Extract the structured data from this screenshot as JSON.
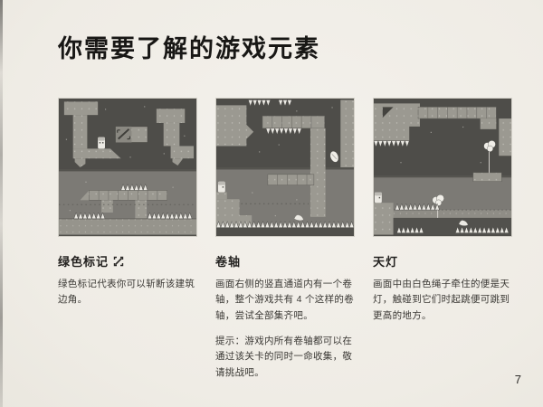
{
  "page": {
    "title": "你需要了解的游戏元素",
    "page_number": "7"
  },
  "sections": [
    {
      "heading": "绿色标记",
      "heading_icon": "corner-cut-marker-icon",
      "image": "platformer-screenshot-marker-block",
      "body": "绿色标记代表你可以斩断该建筑边角。"
    },
    {
      "heading": "卷轴",
      "image": "platformer-screenshot-scroll-in-channel",
      "body": "画面右侧的竖直通道内有一个卷轴，整个游戏共有 4 个这样的卷轴，尝试全部集齐吧。",
      "tip": "提示：游戏内所有卷轴都可以在通过该关卡的同时一命收集，敬请挑战吧。"
    },
    {
      "heading": "天灯",
      "image": "platformer-screenshot-sky-lanterns",
      "body": "画面中由白色绳子牵住的便是天灯，触碰到它们时起跳便可跳到更高的地方。"
    }
  ],
  "colors": {
    "paper": "#f1eee8",
    "ink": "#181715",
    "body_text": "#3b3935",
    "screenshot_dark": "#4e4d49",
    "screenshot_mid_band": "#7c7a75",
    "screenshot_blocks": "#9b9991",
    "screenshot_ground": "#96948c",
    "sprite_white": "#eceae4"
  }
}
